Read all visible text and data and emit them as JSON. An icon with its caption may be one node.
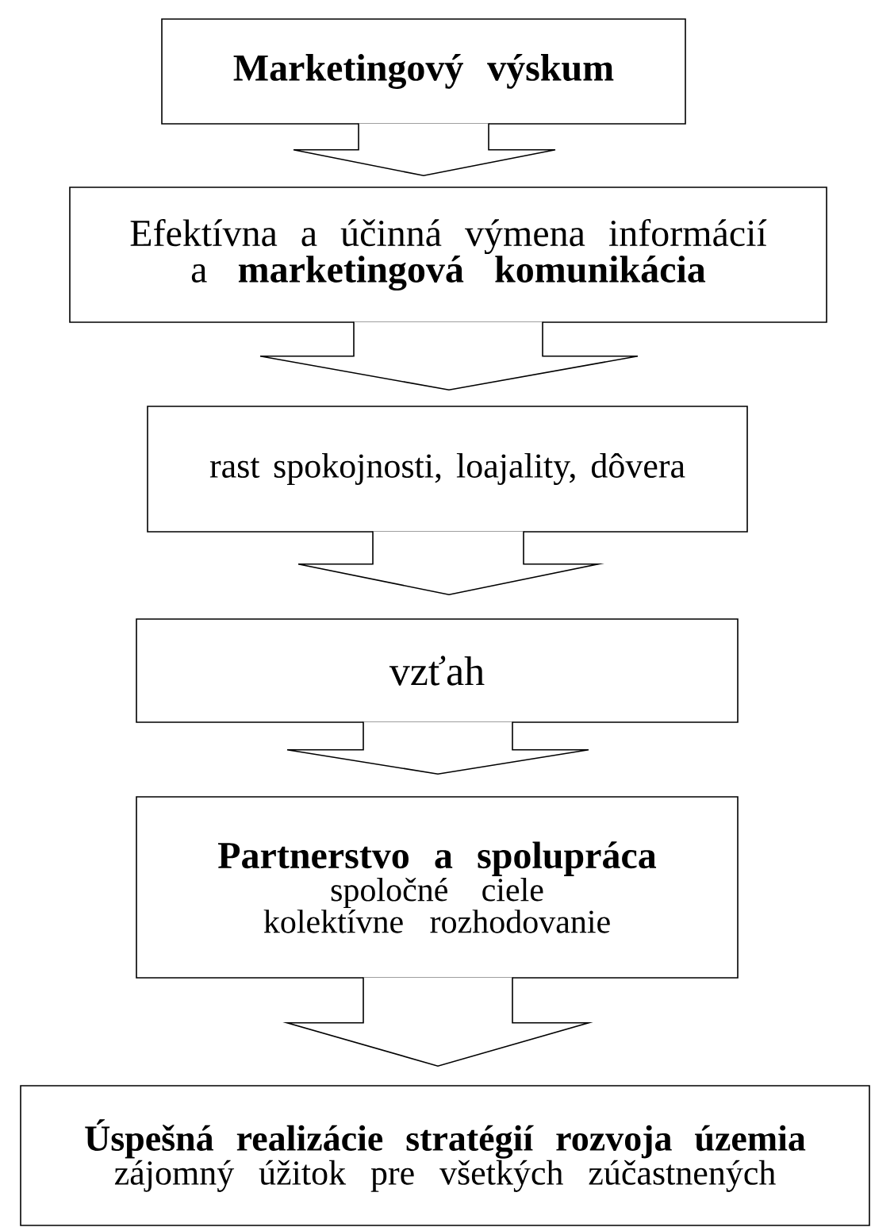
{
  "diagram": {
    "nodes": [
      {
        "text": [
          "Marketingový výskum"
        ]
      },
      {
        "text": [
          "Efektívna a účinná výmena informácií a **marketingová komunikácia**"
        ]
      },
      {
        "text": [
          "rast spokojnosti, loajality, dôvera"
        ]
      },
      {
        "text": [
          "vzťah"
        ]
      },
      {
        "text": [
          "Partnerstvo a spolupráca",
          "spoločné ciele",
          "kolektívne rozhodovanie"
        ]
      },
      {
        "text": [
          "Úspešná realizácie stratégií rozvoja územia",
          "zájomný úžitok pre všetkých zúčastnených"
        ]
      }
    ],
    "edges": [
      {
        "from": 0,
        "to": 1,
        "arrow": "to"
      },
      {
        "from": 1,
        "to": 2,
        "arrow": "to"
      },
      {
        "from": 2,
        "to": 3,
        "arrow": "to"
      },
      {
        "from": 3,
        "to": 4,
        "arrow": "to"
      },
      {
        "from": 4,
        "to": 5,
        "arrow": "to"
      }
    ]
  }
}
